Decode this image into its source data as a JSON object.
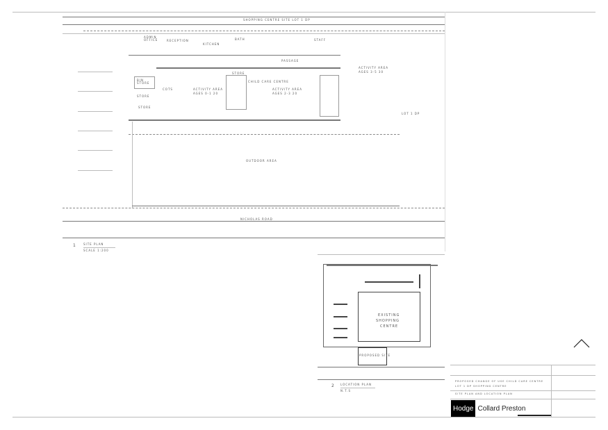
{
  "site_plan": {
    "north_label": "SHOPPING CENTRE SITE LOT 1 DP",
    "rooms": {
      "admin_office": "ADMIN OFFICE",
      "reception": "RECEPTION",
      "kitchen": "KITCHEN",
      "staff": "STAFF",
      "bath": "BATH",
      "passage": "PASSAGE",
      "bin_store": "BIN STORE",
      "child_care_centre": "CHILD CARE CENTRE",
      "activity_area_1": "ACTIVITY AREA",
      "activity_area_1_age": "AGES 0-1 20",
      "activity_area_2": "ACTIVITY AREA",
      "activity_area_2_age": "AGES 2-3 20",
      "activity_area_3": "ACTIVITY AREA",
      "activity_area_3_age": "AGES 3-5 30",
      "store_1": "STORE",
      "store_2": "STORE",
      "store_3": "STORE",
      "cots": "COTS",
      "outdoor_area": "OUTDOOR AREA"
    },
    "lot_label": "LOT 1 DP",
    "road_label": "NICHOLAS ROAD",
    "title": "SITE PLAN",
    "scale": "SCALE 1:200"
  },
  "location_plan": {
    "existing_centre": [
      "EXISTING",
      "SHOPPING",
      "CENTRE"
    ],
    "proposed_site": "PROPOSED SITE",
    "title": "LOCATION PLAN",
    "scale": "N.T.S"
  },
  "title_block": {
    "project_line1": "PROPOSED CHANGE OF USE CHILD CARE CENTRE",
    "project_line2": "LOT 1 DP SHOPPING CENTRE",
    "drawing": "SITE PLAN AND LOCATION PLAN",
    "logo_part1": "Hodge",
    "logo_part2": "Collard Preston"
  }
}
